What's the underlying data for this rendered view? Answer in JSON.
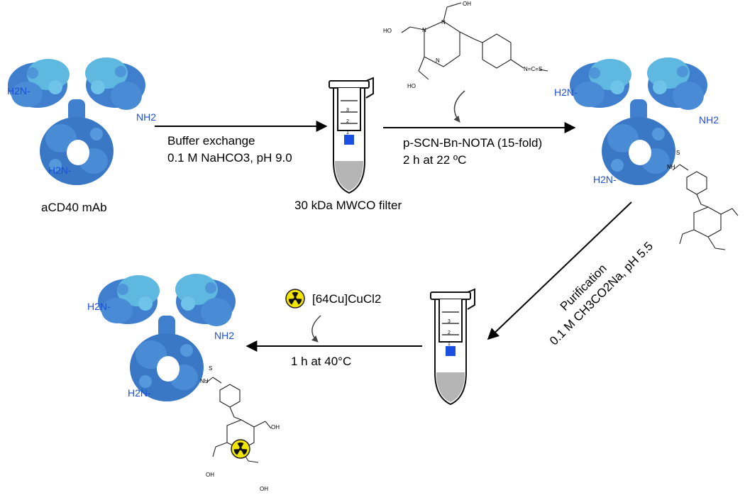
{
  "amine_labels": {
    "h2n": "H2N-",
    "nh2": "NH2"
  },
  "antibody_label": "aCD40 mAb",
  "step1": {
    "line1": "Buffer exchange",
    "line2": "0.1 M NaHCO3, pH 9.0",
    "filter_label": "30 kDa MWCO filter"
  },
  "step2": {
    "reagent": "p-SCN-Bn-NOTA (15-fold)",
    "condition": "2 h at 22 ºC"
  },
  "step3": {
    "title": "Purification",
    "buffer": "0.1 M CH3CO2Na, pH 5.5"
  },
  "step4": {
    "reagent": "[64Cu]CuCl2",
    "condition": "1 h at 40°C"
  },
  "tube_marks": [
    "3",
    "2",
    "1"
  ],
  "chem_labels": {
    "oh": "OH",
    "ho": "HO",
    "n": "N",
    "s": "S",
    "c": "C",
    "nh": "NH",
    "ncs": "N=C=S"
  },
  "colors": {
    "antibody_dark": "#3f7fce",
    "antibody_light": "#5fb8e0",
    "amine_text": "#1f4fd6",
    "radiation_yellow": "#f2e600",
    "filter_blue": "#1a4fe0",
    "tube_gray": "#b5b5b5"
  },
  "icons": [
    "antibody-icon",
    "spin-filter-tube-icon",
    "radiation-trefoil-icon",
    "nota-chelator-structure",
    "curved-reagent-arrow"
  ]
}
